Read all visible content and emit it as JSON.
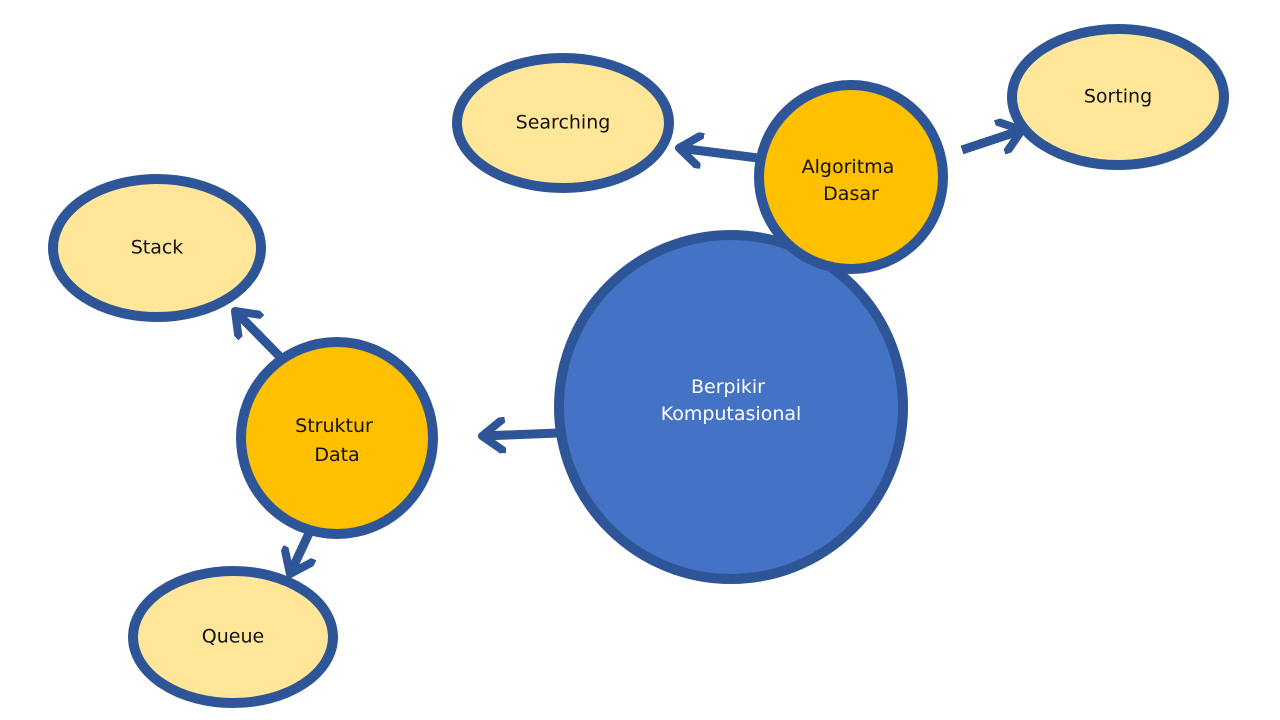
{
  "diagram": {
    "colors": {
      "ring": "#2E5597",
      "center_fill": "#4472C4",
      "center_text": "#FFFFFF",
      "mid_fill": "#FFC000",
      "leaf_fill": "#FFE699",
      "node_text": "#111111",
      "arrow": "#2E5597"
    },
    "nodes": {
      "center": {
        "lines": [
          "Berpikir",
          "Komputasional"
        ]
      },
      "algoritma": {
        "lines": [
          "Algoritma",
          "Dasar"
        ]
      },
      "struktur": {
        "lines": [
          "Struktur",
          "Data"
        ]
      },
      "searching": {
        "lines": [
          "Searching"
        ]
      },
      "sorting": {
        "lines": [
          "Sorting"
        ]
      },
      "stack": {
        "lines": [
          "Stack"
        ]
      },
      "queue": {
        "lines": [
          "Queue"
        ]
      }
    }
  }
}
